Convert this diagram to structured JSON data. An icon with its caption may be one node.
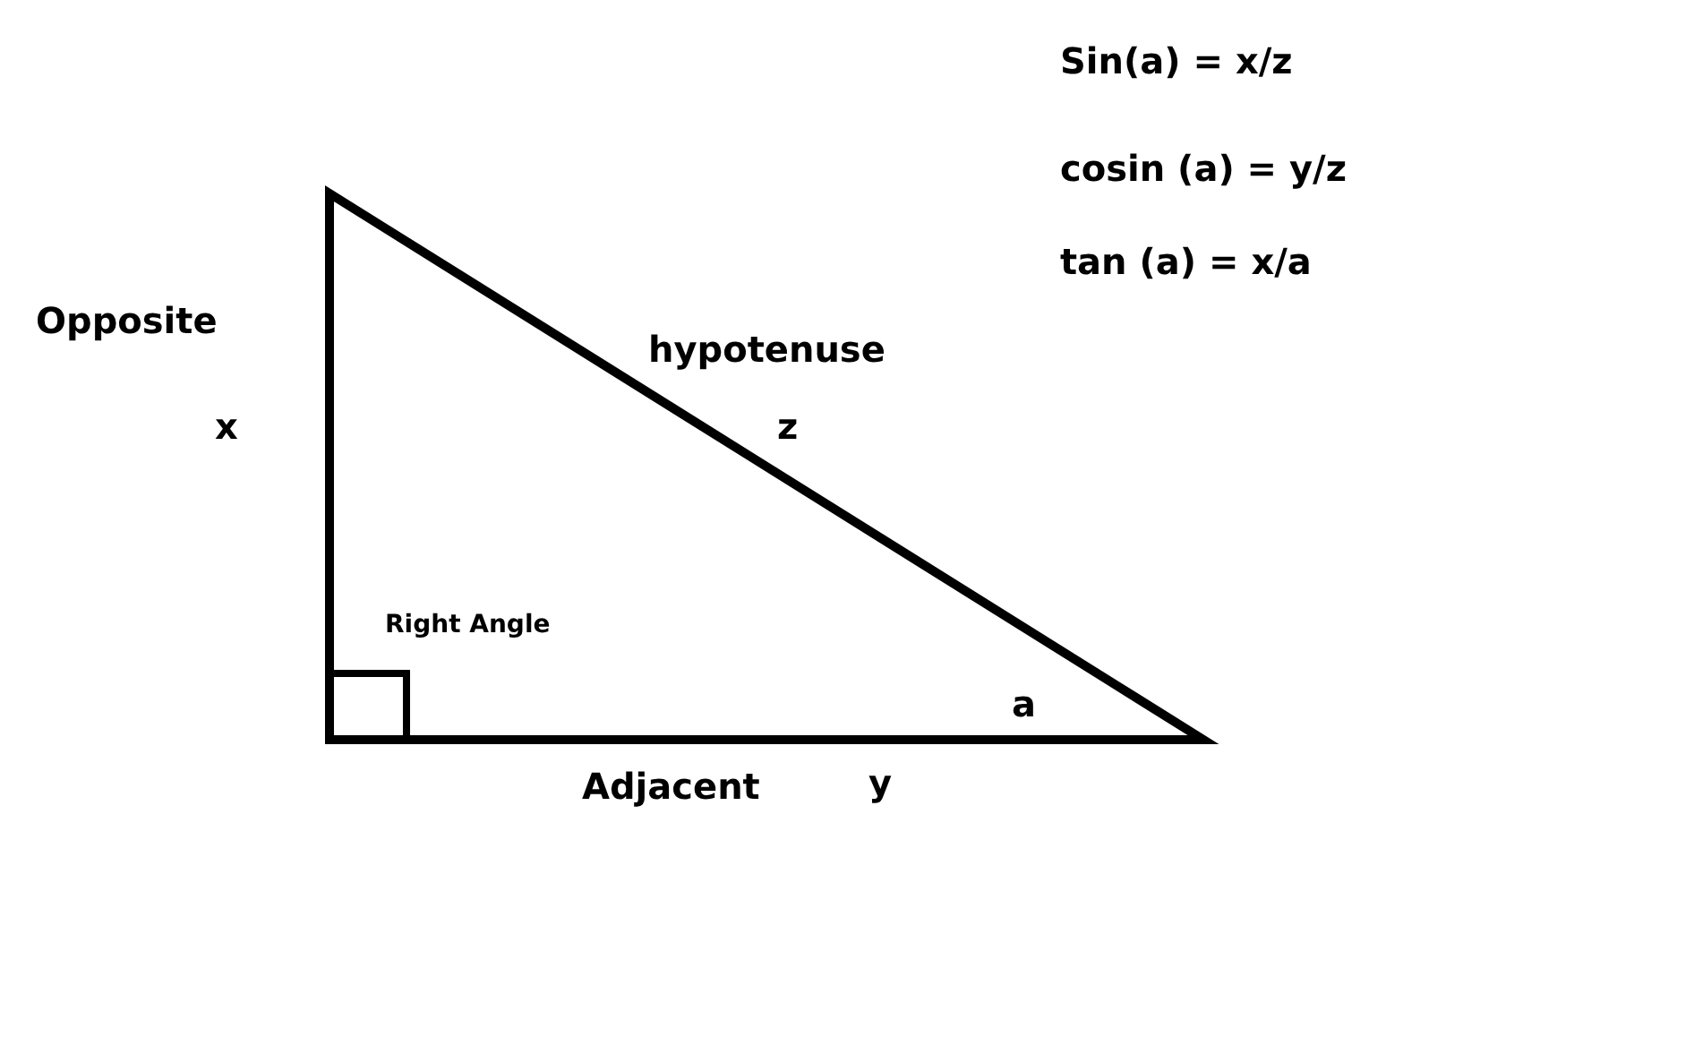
{
  "diagram": {
    "labels": [
      "Sin(a) = x/z",
      "cosin (a) = y/z",
      "tan (a) = x/a",
      "Opposite",
      "hypotenuse",
      "x",
      "z",
      "Right Angle",
      "a",
      "Adjacent",
      "y"
    ]
  }
}
